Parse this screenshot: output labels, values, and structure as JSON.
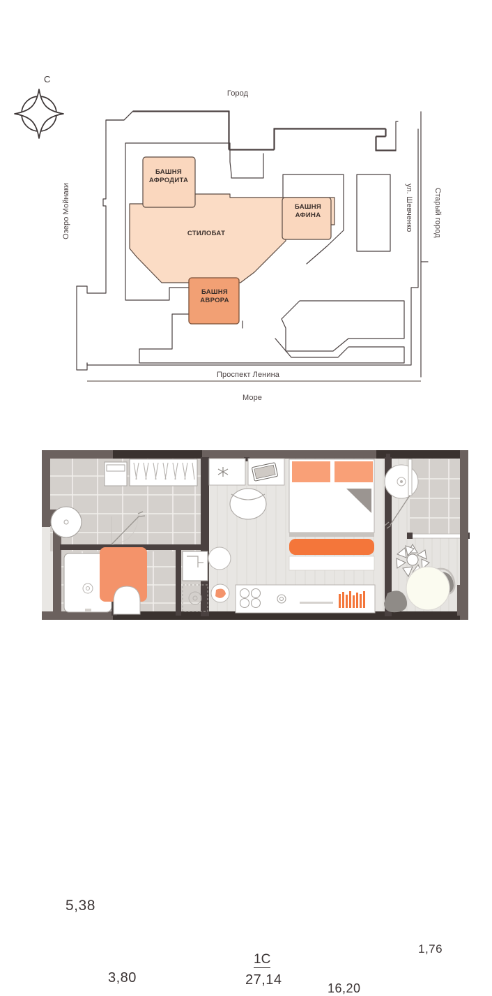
{
  "site_plan": {
    "compass": {
      "north_letter": "С",
      "icon": "compass-rose-icon"
    },
    "surroundings": {
      "top": "Город",
      "bottom_street": "Проспект Ленина",
      "bottom": "Море",
      "left": "Озеро Мойнаки",
      "right_street": "ул. Шевченко",
      "right": "Старый город"
    },
    "blocks": [
      {
        "id": "afrodita",
        "label": "БАШНЯ\nАФРОДИТА",
        "color": "#FAD7BE",
        "highlighted": false
      },
      {
        "id": "afina",
        "label": "БАШНЯ\nАФИНА",
        "color": "#FAD7BE",
        "highlighted": false
      },
      {
        "id": "avrora",
        "label": "БАШНЯ\nАВРОРА",
        "color": "#F2A074",
        "highlighted": true
      },
      {
        "id": "stilobat",
        "label": "СТИЛОБАТ",
        "color": "#FBDCC5",
        "highlighted": false
      }
    ],
    "colors": {
      "tower_fill": "#FAD7BE",
      "highlight_fill": "#F2A074",
      "stylobate_fill": "#FBDCC5",
      "outline": "#4a4141"
    }
  },
  "floor_plan": {
    "apartment_type": "1С",
    "total_area": "27,14",
    "rooms": [
      {
        "name": "hallway",
        "area": "5,38",
        "highlighted": false
      },
      {
        "name": "bathroom",
        "area": "3,80",
        "highlighted": true
      },
      {
        "name": "living-room",
        "area": "16,20",
        "highlighted": false
      },
      {
        "name": "balcony",
        "area": "1,76",
        "highlighted": false
      }
    ],
    "colors": {
      "wall": "#4a4140",
      "wall_dark": "#3a322f",
      "tile": "#d6d2ce",
      "floor": "#e6e4e1",
      "highlight": "#F4936A",
      "accent": "#F4763A",
      "bed_pillow": "#F9A077"
    }
  }
}
